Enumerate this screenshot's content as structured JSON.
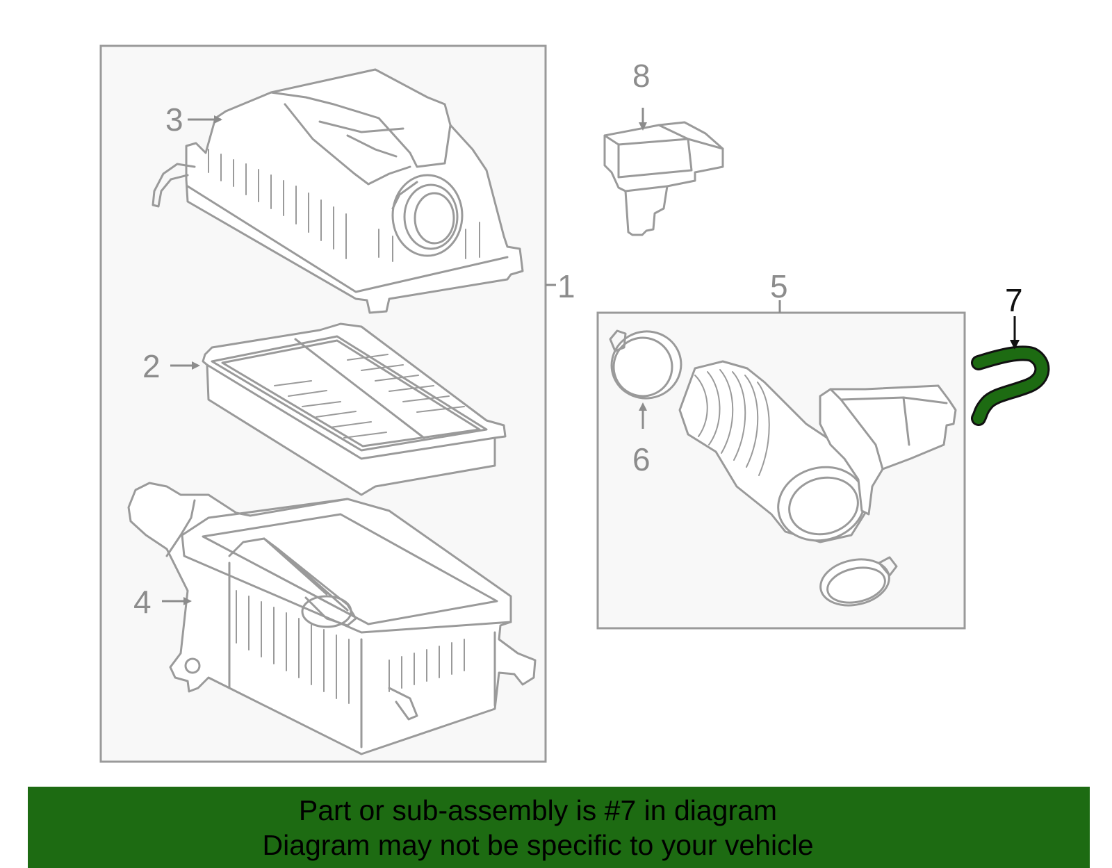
{
  "callouts": {
    "c1": "1",
    "c2": "2",
    "c3": "3",
    "c4": "4",
    "c5": "5",
    "c6": "6",
    "c7": "7",
    "c8": "8"
  },
  "highlight": {
    "part": "7",
    "color": "#1d6b12",
    "stroke_color": "#111111"
  },
  "banner": {
    "line1": "Part or sub-assembly is #7 in diagram",
    "line2": "Diagram may not be specific to your vehicle",
    "background": "#1d6b12"
  }
}
